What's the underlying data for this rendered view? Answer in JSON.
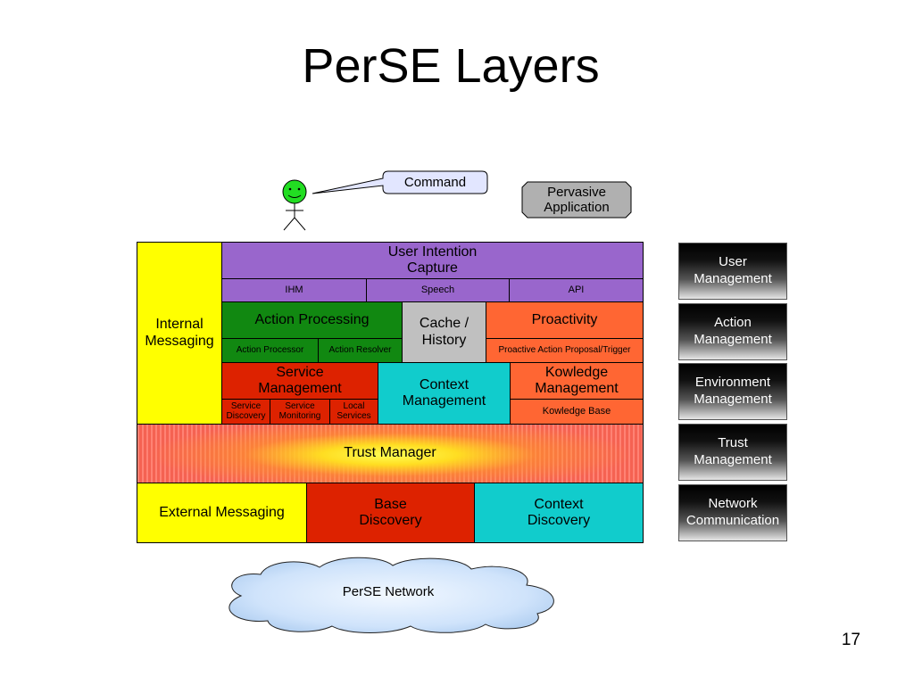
{
  "title": "PerSE Layers",
  "actors": {
    "command": "Command",
    "pervasive_application": "Pervasive\nApplication"
  },
  "layers": {
    "internal_messaging": "Internal\nMessaging",
    "user_intention_capture": "User Intention\nCapture",
    "ihm": "IHM",
    "speech": "Speech",
    "api": "API",
    "action_processing": "Action Processing",
    "action_processor": "Action Processor",
    "action_resolver": "Action Resolver",
    "cache_history": "Cache /\nHistory",
    "proactivity": "Proactivity",
    "proactive_action": "Proactive Action Proposal/Trigger",
    "service_management": "Service\nManagement",
    "service_discovery": "Service\nDiscovery",
    "service_monitoring": "Service\nMonitoring",
    "local_services": "Local\nServices",
    "context_management": "Context\nManagement",
    "knowledge_management": "Kowledge\nManagement",
    "knowledge_base": "Kowledge Base",
    "trust_manager": "Trust Manager",
    "external_messaging": "External Messaging",
    "base_discovery": "Base\nDiscovery",
    "context_discovery": "Context\nDiscovery"
  },
  "management": [
    "User\nManagement",
    "Action\nManagement",
    "Environment\nManagement",
    "Trust\nManagement",
    "Network\nCommunication"
  ],
  "network": "PerSE Network",
  "page_number": "17",
  "colors": {
    "purple": "#9966cc",
    "green": "#118811",
    "gray": "#c0c0c0",
    "orange": "#ff6633",
    "red": "#dd2200",
    "cyan": "#11cccc",
    "yellow": "#ffff00"
  }
}
